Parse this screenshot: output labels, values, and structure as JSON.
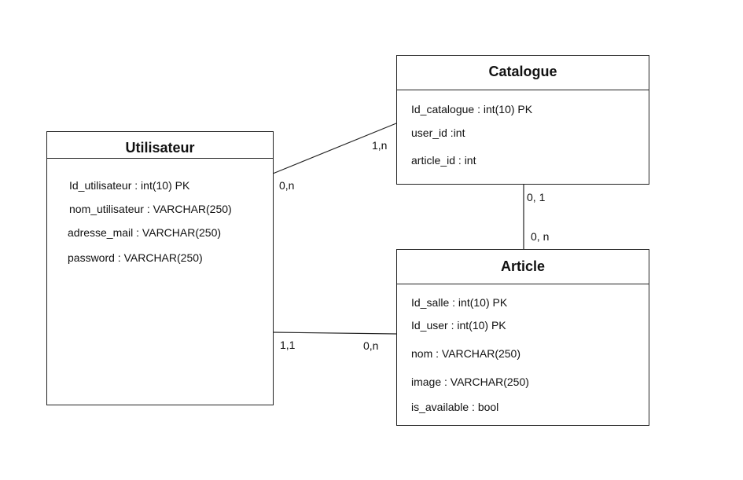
{
  "entities": {
    "utilisateur": {
      "title": "Utilisateur",
      "attributes": [
        "Id_utilisateur : int(10) PK",
        "nom_utilisateur : VARCHAR(250)",
        "adresse_mail : VARCHAR(250)",
        "password : VARCHAR(250)"
      ]
    },
    "catalogue": {
      "title": "Catalogue",
      "attributes": [
        "Id_catalogue : int(10) PK",
        "user_id :int",
        "article_id : int"
      ]
    },
    "article": {
      "title": "Article",
      "attributes": [
        "Id_salle : int(10) PK",
        "Id_user : int(10) PK",
        "nom : VARCHAR(250)",
        "image  : VARCHAR(250)",
        "is_available  : bool"
      ]
    }
  },
  "cardinalities": {
    "utilisateur_catalogue_user_side": "0,n",
    "utilisateur_catalogue_catalogue_side": "1,n",
    "catalogue_article_catalogue_side": "0, 1",
    "catalogue_article_article_side": "0, n",
    "utilisateur_article_user_side": "1,1",
    "utilisateur_article_article_side": "0,n"
  }
}
